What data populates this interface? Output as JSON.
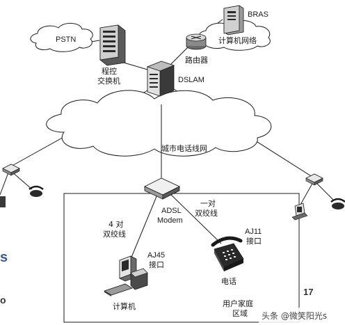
{
  "labels": {
    "bras": "BRAS",
    "pstn": "PSTN",
    "computer_network": "计算机网络",
    "router": "路由器",
    "switch_line1": "程控",
    "switch_line2": "交换机",
    "dslam": "DSLAM",
    "city_network": "城市电话线网",
    "adsl_modem_line1": "ADSL",
    "adsl_modem_line2": "Modem",
    "pair_right_line1": "一对",
    "pair_right_line2": "双绞线",
    "pair_left_line1": "4 对",
    "pair_left_line2": "双绞线",
    "aj11_line1": "AJ11",
    "aj11_line2": "接口",
    "aj45_line1": "AJ45",
    "aj45_line2": "接口",
    "phone": "电话",
    "computer": "计算机",
    "home_line1": "用户家庭",
    "home_line2": "区域",
    "page_number": "17",
    "watermark": "头条 @微笑阳光s"
  },
  "colors": {
    "line": "#1a1a1a",
    "device_dark": "#2a2a2a",
    "device_mid": "#8a8a8a",
    "device_light": "#d8d8d8",
    "background": "#ffffff"
  }
}
